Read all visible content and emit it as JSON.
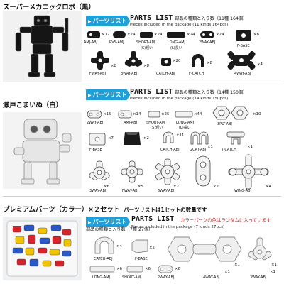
{
  "sections": [
    {
      "title": "スーパーメカニックロボ（黒）",
      "tag": "パーツリスト",
      "parts_list": "PARTS LIST",
      "jp_count": "部品の種類と入り数（11種 164個）",
      "en_count": "Pieces included in the package (11 kinds 164pcs)",
      "row1": [
        {
          "label": "AMJ-ABJ",
          "count": "×12"
        },
        {
          "label": "RVS-AMJ",
          "count": "×24"
        },
        {
          "label": "SHORT-AMJ",
          "count": "×24"
        },
        {
          "label": "LONG-AMJ",
          "count": "×24"
        },
        {
          "label": "2WAY-ABJ",
          "count": "×24"
        },
        {
          "label": "F-BASE",
          "count": "×8"
        }
      ],
      "row1_notes": [
        "(S)短い",
        "(L)長い"
      ],
      "row2": [
        {
          "label": "FWAY-ABJ",
          "count": "×8"
        },
        {
          "label": "3WAY-ABJ",
          "count": "×8"
        },
        {
          "label": "CATCH-ABJ",
          "count": "×20"
        },
        {
          "label": "F-CATCH",
          "count": "×8"
        },
        {
          "label": "4WAY-ABJ",
          "count": "×4"
        }
      ]
    },
    {
      "title": "瀬戸こまいぬ（白）",
      "tag": "パーツリスト",
      "parts_list": "PARTS LIST",
      "jp_count": "部品の種類と入り数（14種 150個）",
      "en_count": "Pieces included in the package (14 kinds 150pcs)",
      "row1": [
        {
          "label": "2WAY-ABJ",
          "count": "×15"
        },
        {
          "label": "AMJ-ABJ",
          "count": "×14"
        },
        {
          "label": "SHORT-AMJ",
          "count": "×25"
        },
        {
          "label": "LONG-AMJ",
          "count": "×44"
        },
        {
          "label": "3PLT-ABJ",
          "count": "×10"
        }
      ],
      "row1_notes": [
        "(S)短い",
        "(L)長い"
      ],
      "row2": [
        {
          "label": "F-BASE",
          "count": "×7"
        },
        {
          "label": "",
          "count": "×2"
        },
        {
          "label": "CATCH-ABJ",
          "count": "×11"
        },
        {
          "label": "2CAT-ABJ",
          "count": "×1"
        },
        {
          "label": "T-CATCH",
          "count": "×1"
        }
      ],
      "row3": [
        {
          "label": "3WAY-ABJ",
          "count": "×6"
        },
        {
          "label": "FWAY-ABJ",
          "count": "×5"
        },
        {
          "label": "6WAY-ABJ",
          "count": "×2"
        },
        {
          "label": "",
          "count": "×2"
        },
        {
          "label": "WING-ABJ",
          "count": "×4"
        }
      ]
    },
    {
      "title": "プレミアムパーツ（カラー）×２セット",
      "title_note": "パーツリストは1セットの数量です",
      "tag": "パーツリスト",
      "parts_list": "PARTS LIST",
      "red_note": "カラーパーツの色はランダムに入っています",
      "jp_count": "部品の種類と入り数（7種 27個）",
      "en_count": "Pieces included in the package (7 kinds 27pcs)",
      "row1": [
        {
          "label": "CATCH-ABJ",
          "count": "×4"
        },
        {
          "label": "F-BASE",
          "count": "×2"
        },
        {
          "label": "",
          "count": "×1"
        },
        {
          "label": "",
          "count": "×1"
        }
      ],
      "row2": [
        {
          "label": "LONG-AMJ",
          "count": "×6"
        },
        {
          "label": "SHORT-AMJ",
          "count": "×6"
        },
        {
          "label": "2WAY-ABJ",
          "count": "×6"
        },
        {
          "label": "4WAY-ABJ",
          "count": "×1"
        },
        {
          "label": "3WAY-ABJ",
          "count": "×1"
        }
      ]
    }
  ],
  "colors": {
    "accent": "#1e9fd8",
    "black_part": "#1a1a1a",
    "white_part": "#f2f2f2",
    "red_note": "#d21a1a"
  },
  "icons": [
    "robot-photo",
    "komainu-photo",
    "color-parts-photo",
    "arrow-icon"
  ]
}
